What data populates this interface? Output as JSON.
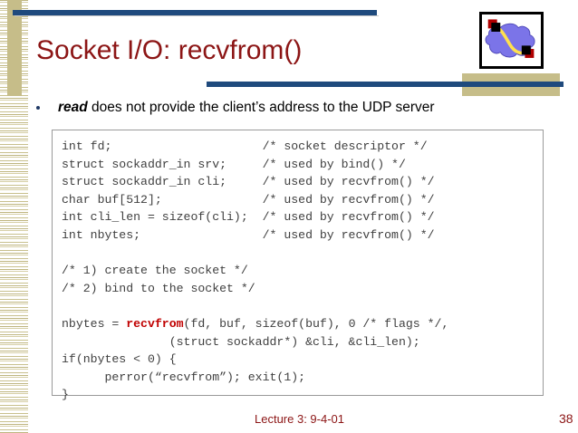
{
  "slide": {
    "title": "Socket I/O: recvfrom()",
    "bullet": {
      "emphasis": "read",
      "rest": " does not provide the client’s address to the UDP server"
    },
    "code": {
      "lines": [
        {
          "text": "int fd;                     /* socket descriptor */"
        },
        {
          "text": "struct sockaddr_in srv;     /* used by bind() */"
        },
        {
          "text": "struct sockaddr_in cli;     /* used by recvfrom() */"
        },
        {
          "text": "char buf[512];              /* used by recvfrom() */"
        },
        {
          "text": "int cli_len = sizeof(cli);  /* used by recvfrom() */"
        },
        {
          "text": "int nbytes;                 /* used by recvfrom() */"
        },
        {
          "text": ""
        },
        {
          "text": "/* 1) create the socket */"
        },
        {
          "text": "/* 2) bind to the socket */"
        },
        {
          "text": ""
        },
        {
          "pre": "nbytes = ",
          "hl": "recvfrom",
          "post": "(fd, buf, sizeof(buf), 0 /* flags */,"
        },
        {
          "text": "               (struct sockaddr*) &cli, &cli_len);"
        },
        {
          "text": "if(nbytes < 0) {"
        },
        {
          "text": "      perror(“recvfrom”); exit(1);"
        },
        {
          "text": "}"
        }
      ]
    },
    "footer": {
      "lecture": "Lecture 3: 9-4-01",
      "page": "38"
    },
    "logo": {
      "name": "network-cloud-logo",
      "cloud_color": "#7b74e8",
      "link_color": "#ffe14d",
      "node_color": "#b00000"
    },
    "colors": {
      "title": "#8c1515",
      "rule": "#1f4a7d",
      "tan": "#c6bd89",
      "code_text": "#3f3f3f",
      "highlight": "#c00000"
    }
  }
}
